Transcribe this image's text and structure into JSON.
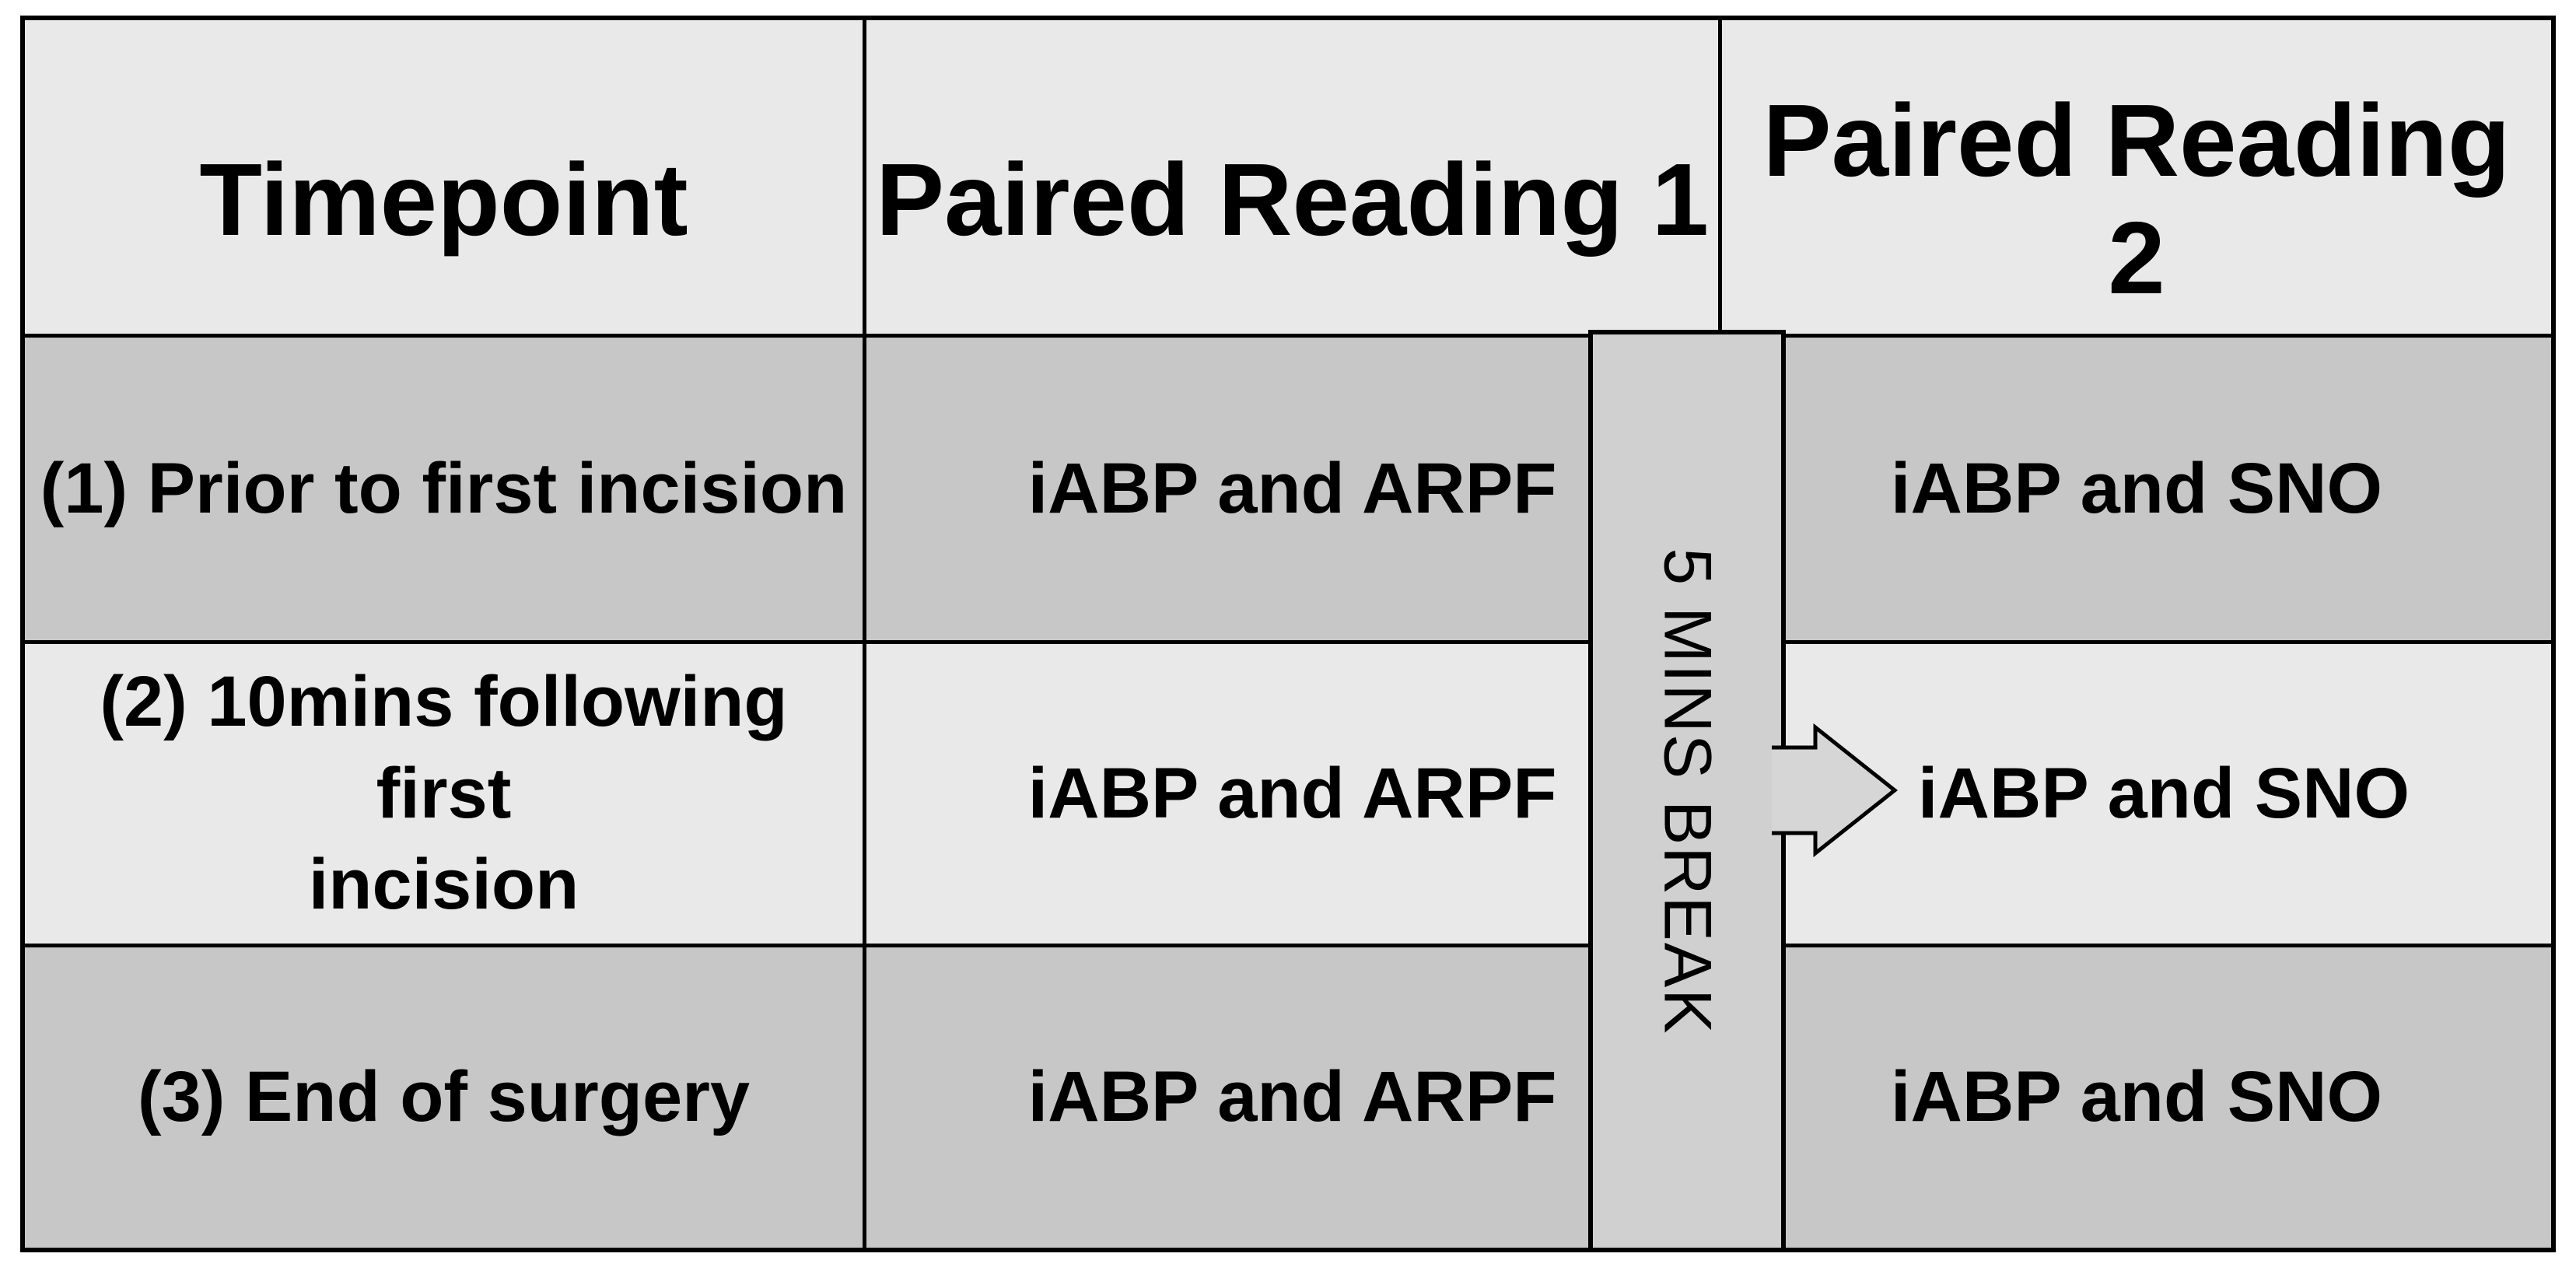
{
  "table": {
    "header": {
      "timepoint": "Timepoint",
      "paired_reading_1": "Paired Reading 1",
      "paired_reading_2": "Paired Reading 2"
    },
    "rows": [
      {
        "timepoint": "(1) Prior to first incision",
        "paired_reading_1": "iABP and ARPF",
        "paired_reading_2": "iABP and SNO"
      },
      {
        "timepoint_line1": "(2) 10mins following first",
        "timepoint_line2": "incision",
        "paired_reading_1": "iABP and ARPF",
        "paired_reading_2": "iABP and SNO"
      },
      {
        "timepoint": "(3) End of surgery",
        "paired_reading_1": "iABP and ARPF",
        "paired_reading_2": "iABP and SNO"
      }
    ]
  },
  "break_strip": {
    "label": "5 MINS BREAK"
  },
  "arrow": {
    "icon": "block-arrow-right"
  },
  "colors": {
    "page_bg": "#ffffff",
    "light_row_bg": "#e9e9e9",
    "dark_row_bg": "#c7c7c7",
    "strip_bg": "#d0d0d0",
    "arrow_fill": "#d6d6d6",
    "border": "#000000",
    "text": "#000000"
  }
}
